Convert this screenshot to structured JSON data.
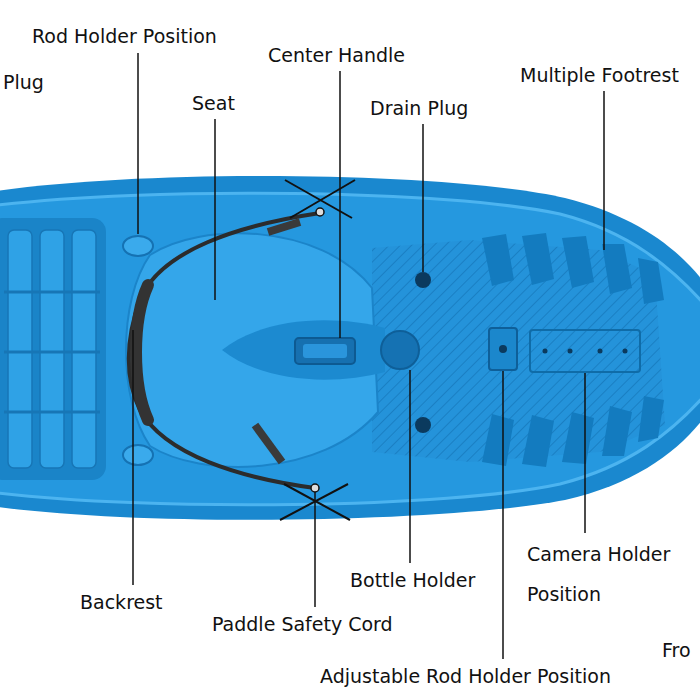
{
  "diagram": {
    "labels": [
      "Plug",
      "Rod Holder Position",
      "Center Handle",
      "Seat",
      "Drain Plug",
      "Multiple Footrest",
      "Backrest",
      "Paddle Safety Cord",
      "Bottle Holder",
      "Camera Holder Position",
      "Adjustable Rod Holder Position",
      "Fro"
    ]
  }
}
